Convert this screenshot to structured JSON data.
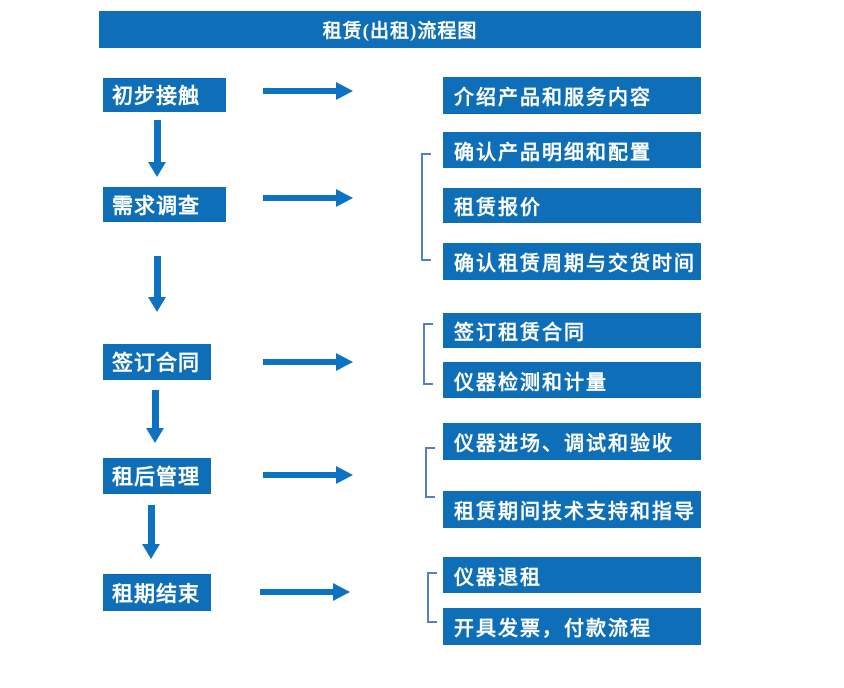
{
  "title": "租赁(出租)流程图",
  "colors": {
    "primary": "#0E6FB8",
    "arrow": "#0D72C2",
    "bracket": "#567FBE"
  },
  "steps": [
    {
      "label": "初步接触",
      "details": [
        "介绍产品和服务内容"
      ]
    },
    {
      "label": "需求调查",
      "details": [
        "确认产品明细和配置",
        "租赁报价",
        "确认租赁周期与交货时间"
      ]
    },
    {
      "label": "签订合同",
      "details": [
        "签订租赁合同",
        "仪器检测和计量"
      ]
    },
    {
      "label": "租后管理",
      "details": [
        "仪器进场、调试和验收",
        "租赁期间技术支持和指导"
      ]
    },
    {
      "label": "租期结束",
      "details": [
        "仪器退租",
        "开具发票，付款流程"
      ]
    }
  ]
}
